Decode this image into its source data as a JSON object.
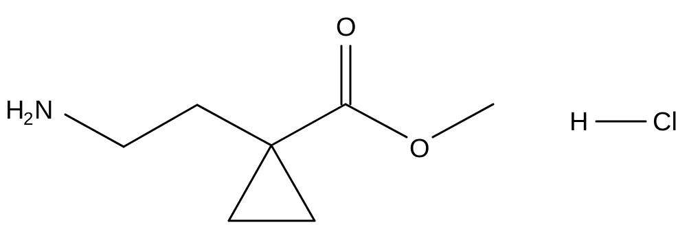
{
  "molecule": {
    "atoms": {
      "amine_h": "H",
      "amine_h_count": "2",
      "amine_n": "N",
      "carbonyl_o": "O",
      "ester_o": "O",
      "hcl_h": "H",
      "hcl_cl": "Cl"
    }
  },
  "colors": {
    "bond": "#000000",
    "text": "#000000",
    "background": "#ffffff"
  }
}
